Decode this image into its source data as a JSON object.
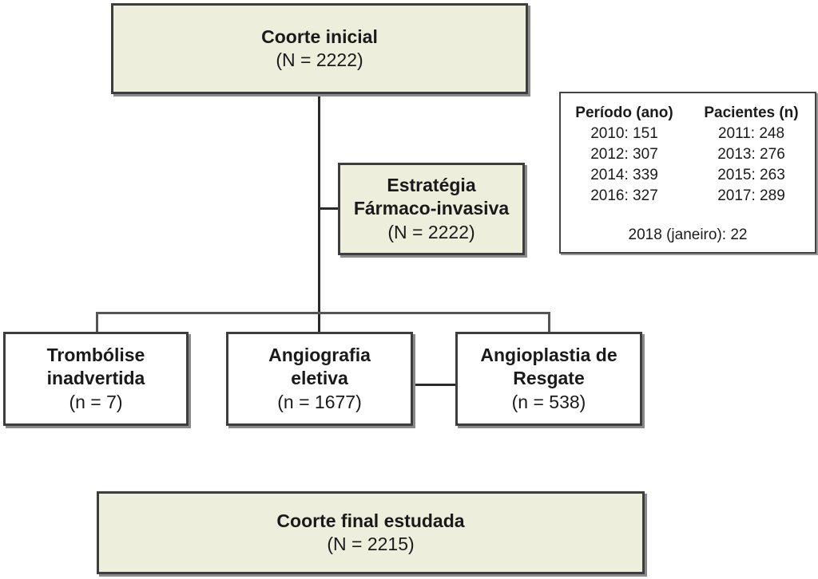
{
  "initial": {
    "title": "Coorte inicial",
    "n": "(N = 2222)"
  },
  "strategy": {
    "title_line1": "Estratégia",
    "title_line2": "Fármaco-invasiva",
    "n": "(N = 2222)"
  },
  "branches": [
    {
      "line1": "Trombólise",
      "line2": "inadvertida",
      "n": "(n = 7)"
    },
    {
      "line1": "Angiografia",
      "line2": "eletiva",
      "n": "(n = 1677)"
    },
    {
      "line1": "Angioplastia de",
      "line2": "Resgate",
      "n": "(n = 538)"
    }
  ],
  "final": {
    "title": "Coorte final estudada",
    "n": "(N = 2215)"
  },
  "legend": {
    "header_left": "Período (ano)",
    "header_right": "Pacientes (n)",
    "left": [
      "2010: 151",
      "2012: 307",
      "2014: 339",
      "2016: 327"
    ],
    "right": [
      "2011: 248",
      "2013: 276",
      "2015: 263",
      "2017: 289"
    ],
    "footer": "2018 (janeiro): 22"
  },
  "colors": {
    "box_fill": "#eeeedd",
    "border": "#3d3d3d"
  }
}
